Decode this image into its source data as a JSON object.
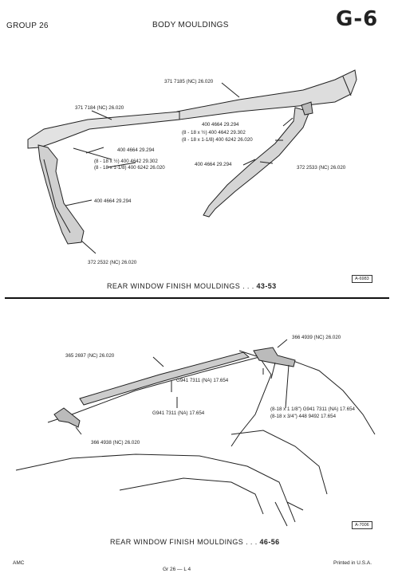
{
  "header": {
    "group": "GROUP 26",
    "title": "BODY MOULDINGS",
    "tag": "G-6"
  },
  "diagram1": {
    "labels": [
      "371 7185 (NC)  26.020",
      "371 7184 (NC)  26.020",
      "400 4664  29.294",
      "(8 - 18 x ½) 400 4642  29.302",
      "(8 - 18 x 1-1/8) 400 6242  26.020",
      "400 4664  29.294",
      "(8 - 18 x ½)  400 4642  29.302",
      "(8 - 18 x 1-1/8) 400 6242  26.020",
      "400 4664  29.294",
      "372 2533 (NC)  26.020",
      "400 4664  29.294",
      "372 2532 (NC)  26.020"
    ],
    "ref": "A-6983",
    "caption": "REAR WINDOW FINISH MOULDINGS . . .",
    "caption_num": "43-53"
  },
  "diagram2": {
    "labels": [
      "366 4939 (NC)  26.020",
      "365 2697 (NC)  26.020",
      "G941 7311 (NA)  17.654",
      "G941 7311 (NA)  17.654",
      "(8-18 x 1 1/8\")  G941 7311 (NA)  17.654",
      "(8-18 x 3/4\")  448 9492  17.654",
      "366 4938 (NC)  26.020"
    ],
    "ref": "A-7006",
    "caption": "REAR WINDOW FINISH MOULDINGS . . .",
    "caption_num": "46-56"
  },
  "footer": {
    "left": "AMC",
    "center": "Gr  26  —  L  4",
    "right": "Printed  in U.S.A."
  }
}
